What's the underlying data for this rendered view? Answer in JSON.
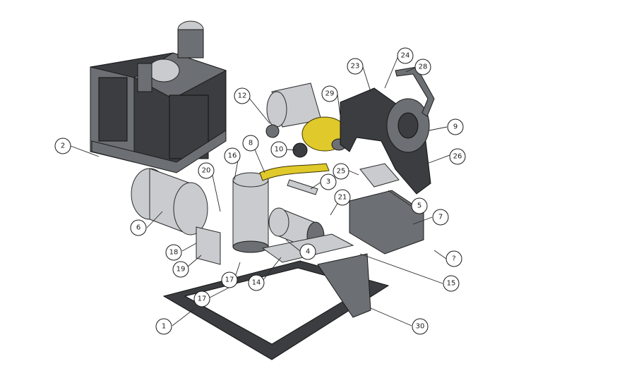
{
  "diagram": {
    "colors": {
      "background": "#ffffff",
      "metal_dark": "#3b3d40",
      "metal_mid": "#6c6f73",
      "metal_light": "#c9cbce",
      "hose_yellow": "#e0c92a",
      "line": "#1a1a1a"
    },
    "callouts": [
      {
        "id": "c1",
        "label": "1"
      },
      {
        "id": "c2",
        "label": "2"
      },
      {
        "id": "c3",
        "label": "3"
      },
      {
        "id": "c4",
        "label": "4"
      },
      {
        "id": "c5",
        "label": "5"
      },
      {
        "id": "c6",
        "label": "6"
      },
      {
        "id": "c7",
        "label": "7"
      },
      {
        "id": "c8",
        "label": "8"
      },
      {
        "id": "c9",
        "label": "9"
      },
      {
        "id": "c10",
        "label": "10"
      },
      {
        "id": "c12",
        "label": "12"
      },
      {
        "id": "c14",
        "label": "14"
      },
      {
        "id": "c15",
        "label": "15"
      },
      {
        "id": "c16",
        "label": "16"
      },
      {
        "id": "c17a",
        "label": "17"
      },
      {
        "id": "c17b",
        "label": "17"
      },
      {
        "id": "c18",
        "label": "18"
      },
      {
        "id": "c19",
        "label": "19"
      },
      {
        "id": "c20",
        "label": "20"
      },
      {
        "id": "c21",
        "label": "21"
      },
      {
        "id": "c23",
        "label": "23"
      },
      {
        "id": "c24",
        "label": "24"
      },
      {
        "id": "c25",
        "label": "25"
      },
      {
        "id": "c26",
        "label": "26"
      },
      {
        "id": "c28",
        "label": "28"
      },
      {
        "id": "c29",
        "label": "29"
      },
      {
        "id": "c30",
        "label": "30"
      },
      {
        "id": "cq",
        "label": "?"
      }
    ]
  }
}
